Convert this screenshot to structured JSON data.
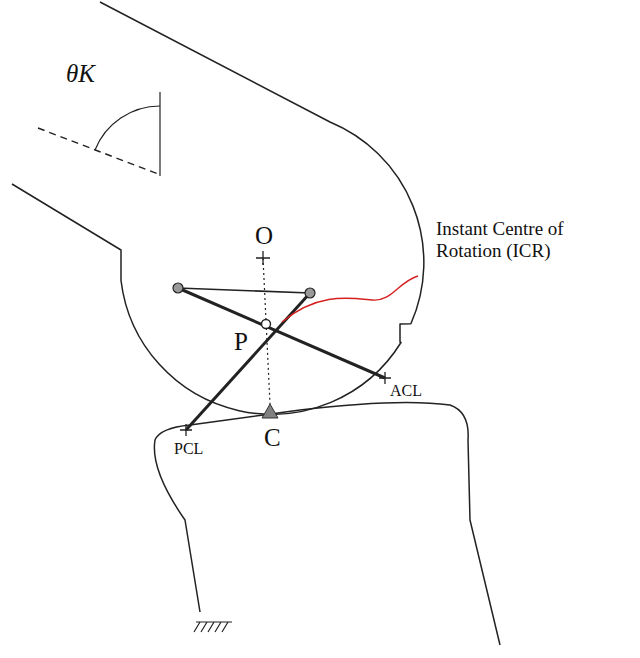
{
  "diagram": {
    "labels": [
      "θK",
      "O",
      "P",
      "C",
      "ACL",
      "PCL",
      "Instant Centre of Rotation (ICR)"
    ]
  }
}
